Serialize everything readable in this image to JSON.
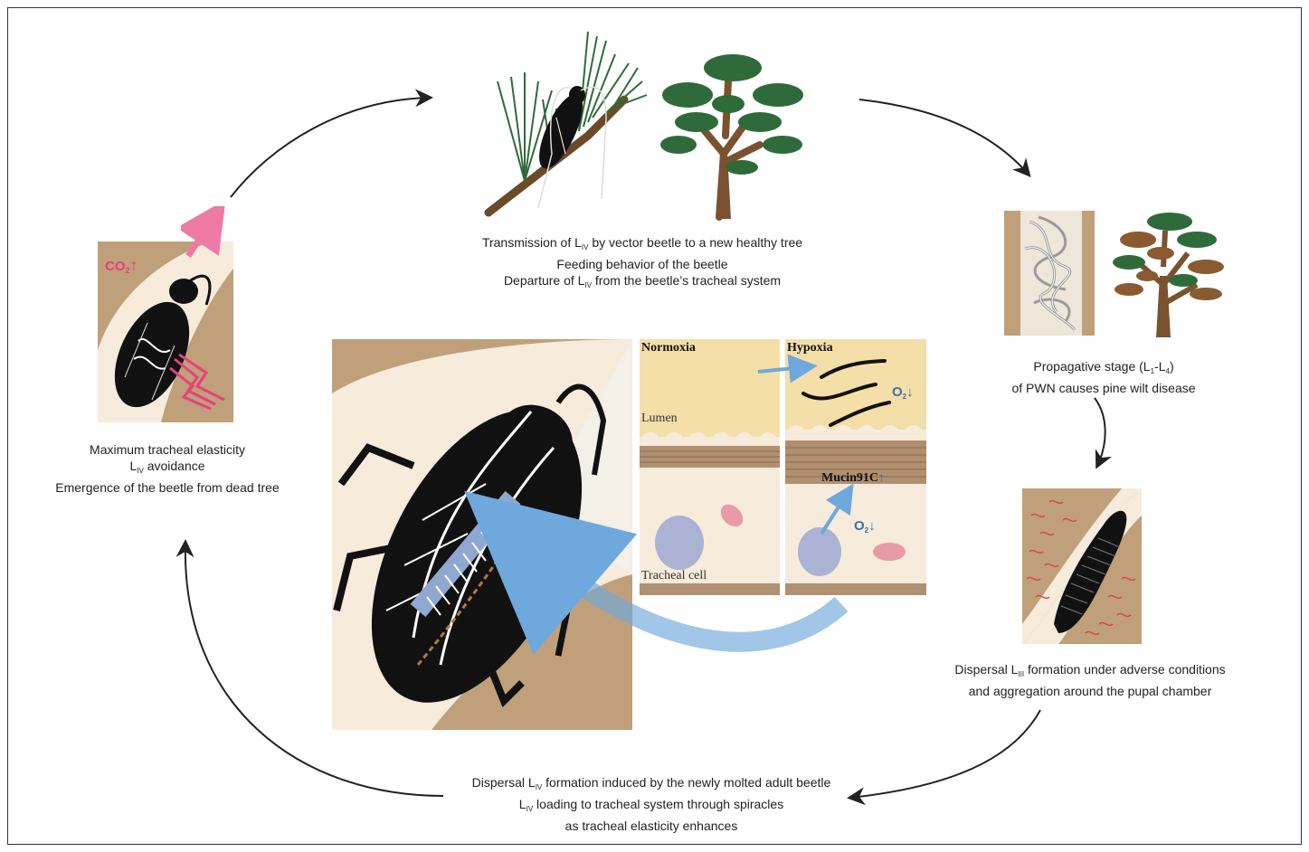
{
  "captions": {
    "top": {
      "line1_pre": "Transmission of L",
      "line1_sub": "IV",
      "line1_post": " by vector beetle to a new healthy tree",
      "line2": "Feeding behavior of the beetle",
      "line3_pre": "Departure of L",
      "line3_sub": "IV",
      "line3_post": " from the beetle’s tracheal system"
    },
    "right_top": {
      "line1_pre": "Propagative stage (L",
      "line1_sub1": "1",
      "line1_mid": "-L",
      "line1_sub2": "4",
      "line1_post": ")",
      "line2": "of PWN causes pine wilt disease"
    },
    "right_bottom": {
      "line1_pre": "Dispersal L",
      "line1_sub": "III",
      "line1_post": " formation under adverse conditions",
      "line2": "and aggregation around the pupal chamber"
    },
    "bottom": {
      "line1_pre": "Dispersal L",
      "line1_sub": "IV",
      "line1_post": " formation induced by the newly molted adult beetle",
      "line2_pre": "L",
      "line2_sub": "IV",
      "line2_post": " loading to tracheal system through spiracles",
      "line3": "as tracheal elasticity enhances"
    },
    "left": {
      "line1": "Maximum tracheal elasticity",
      "line2_pre": "L",
      "line2_sub": "IV",
      "line2_post": " avoidance",
      "line3": "Emergence of the beetle from dead tree"
    }
  },
  "left_panel": {
    "co2_label": "CO",
    "co2_sub": "2",
    "co2_arrow": "↑"
  },
  "inset": {
    "normoxia_title": "Normoxia",
    "hypoxia_title": "Hypoxia",
    "lumen_label": "Lumen",
    "tracheal_cell_label": "Tracheal cell",
    "o2_label": "O",
    "o2_sub": "2",
    "o2_arrow": "↓",
    "mucin_label": "Mucin91C",
    "mucin_arrow": "↑"
  },
  "colors": {
    "tan": "#c0a07a",
    "cream": "#f7ebdc",
    "lumen_yellow": "#f5dfa8",
    "muscle_brown": "#b09070",
    "blue_arrow": "#5b9bd5",
    "pink": "#e8407a",
    "tree_green": "#2f6b3a",
    "trunk_brown": "#7a5230",
    "o2_blue": "#3d6fa8"
  }
}
